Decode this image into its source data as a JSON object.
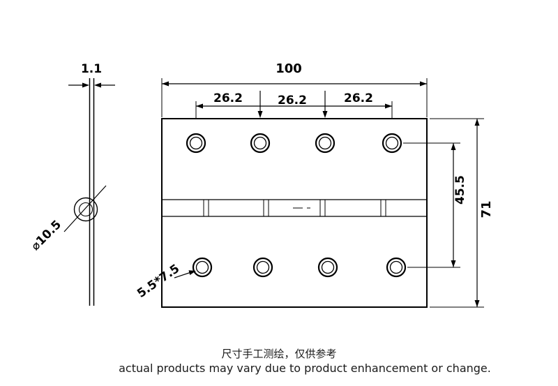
{
  "title": "hinge-technical-drawing",
  "dimensions": {
    "thickness": "1.1",
    "overall_width": "100",
    "hole_spacing_a": "26.2",
    "hole_spacing_b": "26.2",
    "hole_spacing_c": "26.2",
    "overall_height": "71",
    "hole_row_spacing": "45.5",
    "knuckle_diameter": "⌀10.5",
    "screw_hole_size": "5.5*7.5"
  },
  "footer": {
    "note_zh": "尺寸手工测绘，仅供参考",
    "note_en": "actual products may vary due to product enhancement or change."
  }
}
